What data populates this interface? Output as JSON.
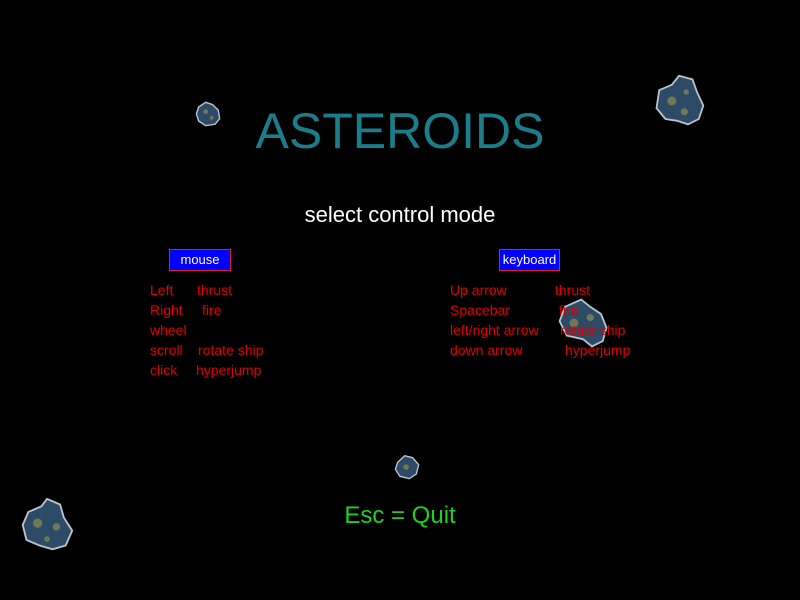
{
  "title": "ASTEROIDS",
  "subtitle": "select control mode",
  "mouse": {
    "button_label": "mouse",
    "rows": [
      {
        "key": "Left",
        "action": "thrust"
      },
      {
        "key": "Right",
        "action": "fire"
      },
      {
        "key": "wheel",
        "action": ""
      },
      {
        "key": "scroll",
        "action": "rotate ship"
      },
      {
        "key": "click",
        "action": "hyperjump"
      }
    ]
  },
  "keyboard": {
    "button_label": "keyboard",
    "rows": [
      {
        "key": "Up arrow",
        "action": "thrust"
      },
      {
        "key": "Spacebar",
        "action": "fire"
      },
      {
        "key": "left/right arrow",
        "action": "rotate ship"
      },
      {
        "key": "down arrow",
        "action": "hyperjump"
      }
    ]
  },
  "quit_label": "Esc = Quit",
  "colors": {
    "title": "#1b7d8a",
    "controls": "#e00000",
    "quit": "#1fd11f",
    "button": "#0000ff"
  }
}
